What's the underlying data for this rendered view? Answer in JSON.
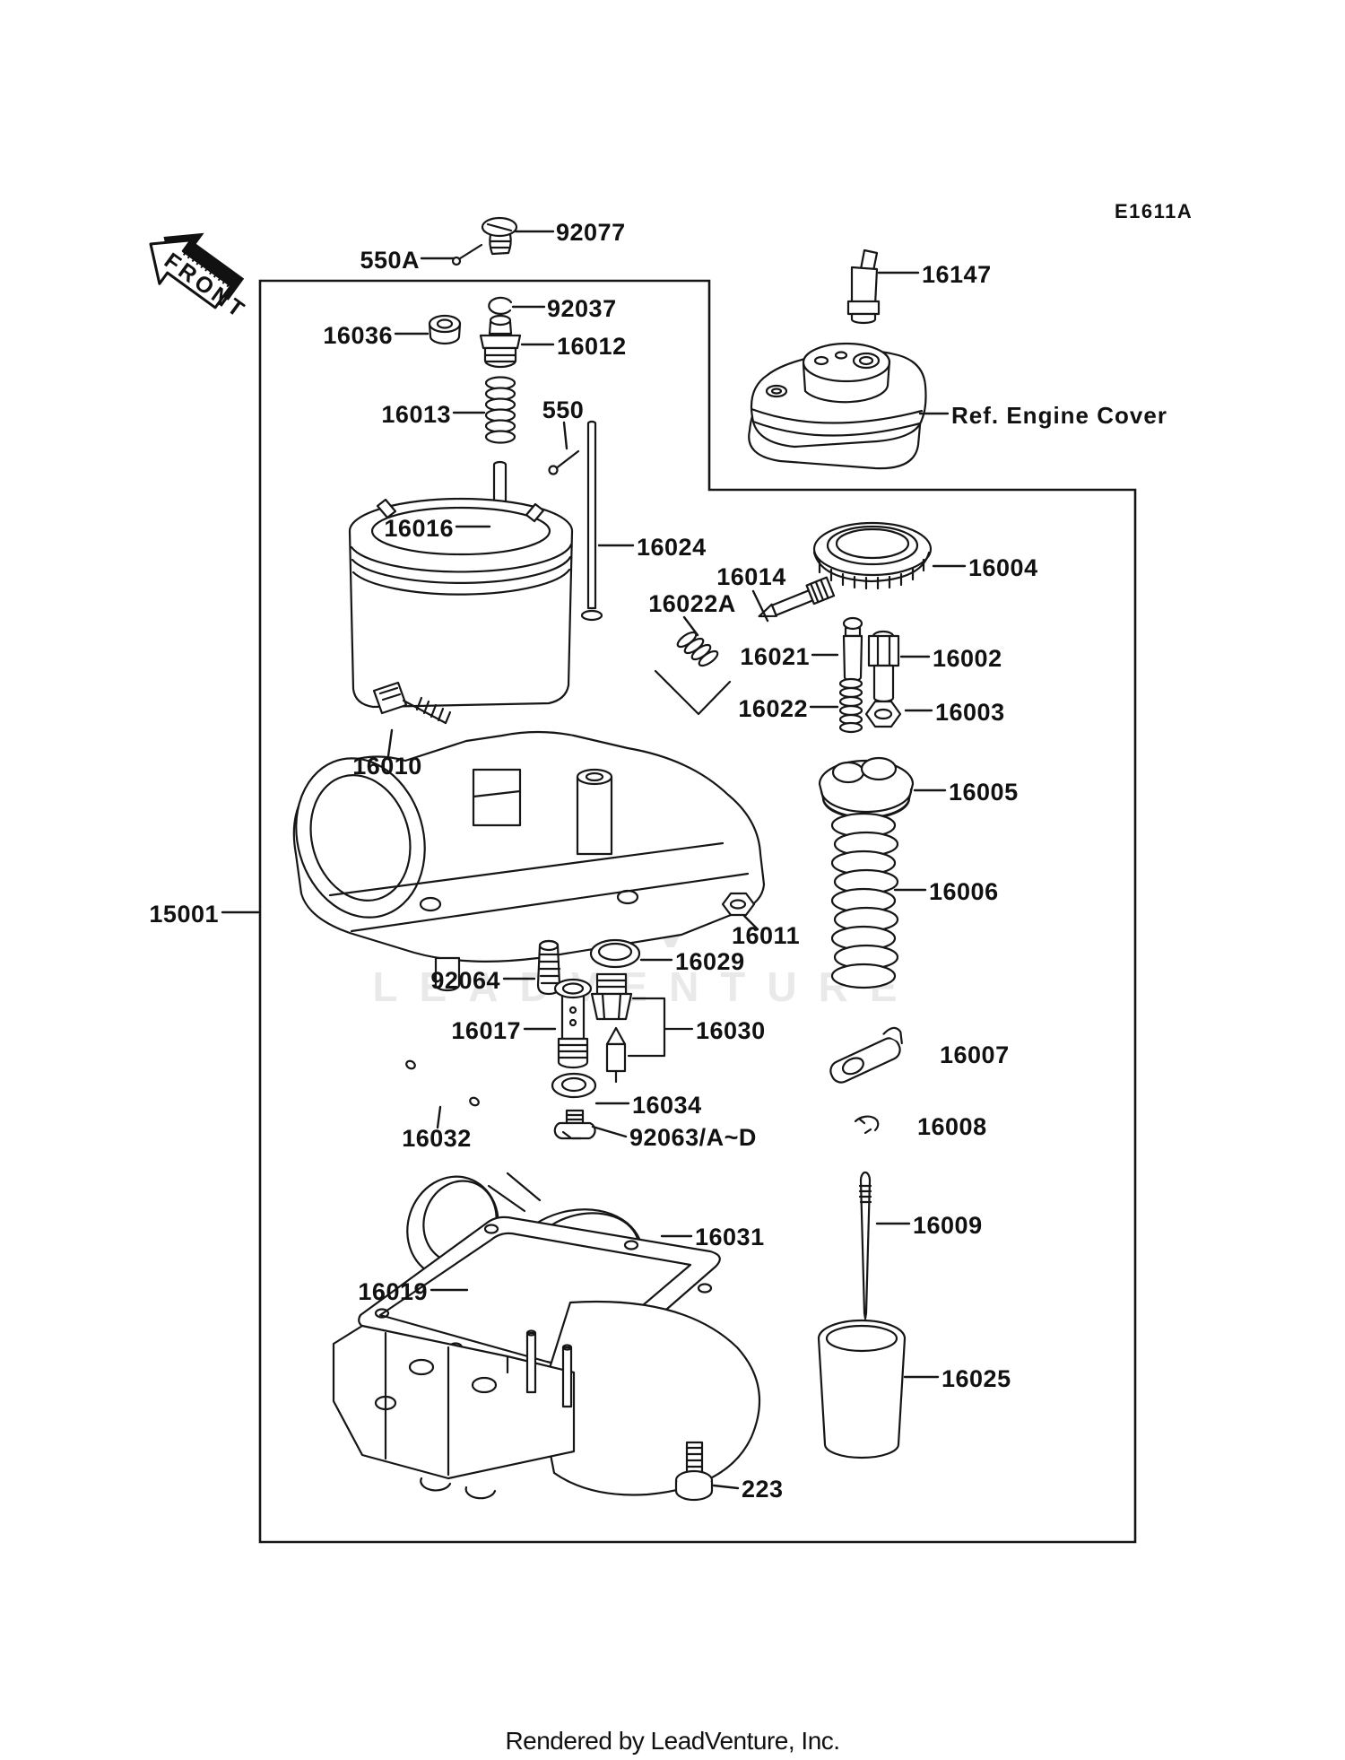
{
  "page": {
    "code": "E1611A",
    "front_arrow": "FRONT",
    "watermark": "LEADVENTURE",
    "footer": "Rendered by LeadVenture, Inc."
  },
  "labels": {
    "p92077": "92077",
    "p550A": "550A",
    "p92037": "92037",
    "p16036": "16036",
    "p16012": "16012",
    "p16013": "16013",
    "p550": "550",
    "p16016": "16016",
    "p16024": "16024",
    "p16147": "16147",
    "ref_engine_cover": "Ref. Engine Cover",
    "p16004": "16004",
    "p16014": "16014",
    "p16022A": "16022A",
    "p16021": "16021",
    "p16002": "16002",
    "p16022": "16022",
    "p16003": "16003",
    "p16005": "16005",
    "p16010": "16010",
    "p15001": "15001",
    "p16006": "16006",
    "p16011": "16011",
    "p16029": "16029",
    "p92064": "92064",
    "p16017": "16017",
    "p16030": "16030",
    "p16007": "16007",
    "p16034": "16034",
    "p16008": "16008",
    "p16032": "16032",
    "p92063": "92063/A~D",
    "p16009": "16009",
    "p16031": "16031",
    "p16019": "16019",
    "p16025": "16025",
    "p223": "223"
  }
}
